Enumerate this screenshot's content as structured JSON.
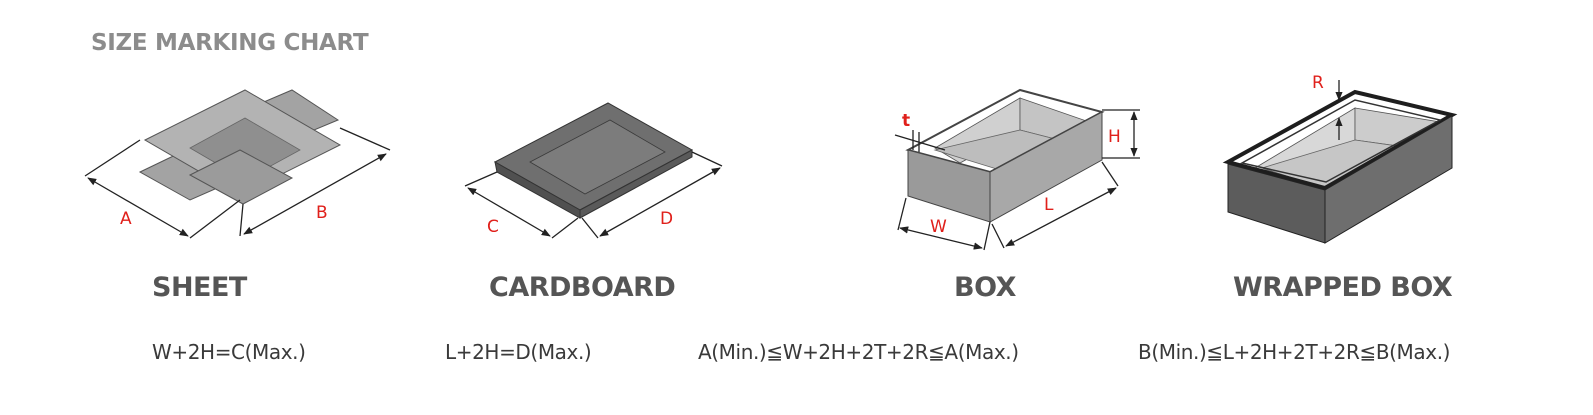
{
  "title": "SIZE MARKING CHART",
  "items": [
    {
      "caption": "SHEET",
      "formula": "W+2H=C(Max.)",
      "labels": [
        "A",
        "B"
      ]
    },
    {
      "caption": "CARDBOARD",
      "formula": "L+2H=D(Max.)",
      "labels": [
        "C",
        "D"
      ]
    },
    {
      "caption": "BOX",
      "formula": "A(Min.)≦W+2H+2T+2R≦A(Max.)",
      "labels": [
        "t",
        "H",
        "W",
        "L"
      ]
    },
    {
      "caption": "WRAPPED BOX",
      "formula": "B(Min.)≦L+2H+2T+2R≦B(Max.)",
      "labels": [
        "R"
      ]
    }
  ],
  "colors": {
    "label_red": "#e0201b",
    "caption_gray": "#555555",
    "title_gray": "#8c8c8c"
  }
}
